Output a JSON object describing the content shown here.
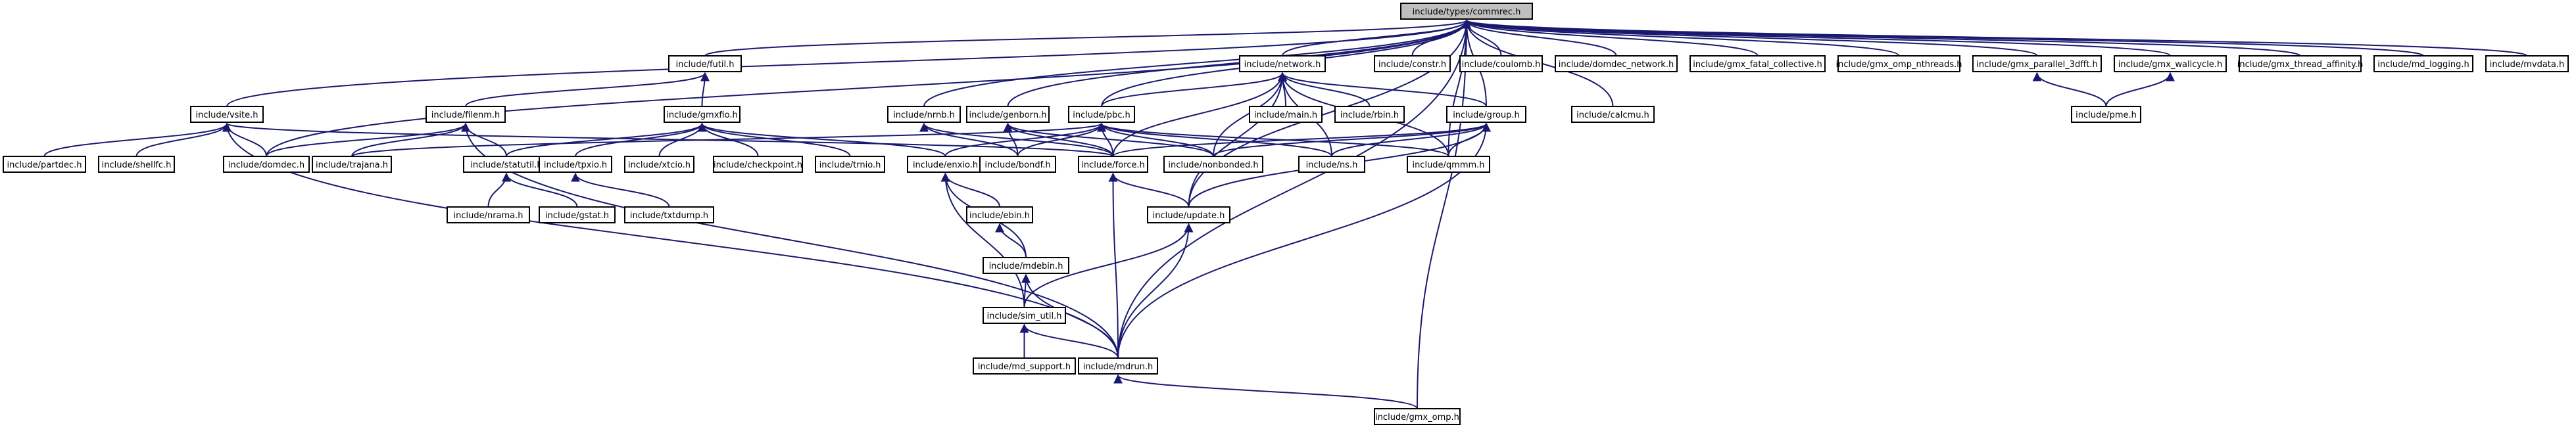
{
  "colors": {
    "edge": "#191970",
    "root_fill": "#bfbfbf",
    "node_fill": "#ffffff",
    "node_stroke": "#000000"
  },
  "nodes": {
    "commrec": "include/types/commrec.h",
    "futil": "include/futil.h",
    "network": "include/network.h",
    "constr": "include/constr.h",
    "coulomb": "include/coulomb.h",
    "domdec_network": "include/domdec_network.h",
    "gmx_fatal_collective": "include/gmx_fatal_collective.h",
    "gmx_omp_nthreads": "include/gmx_omp_nthreads.h",
    "gmx_parallel_3dfft": "include/gmx_parallel_3dfft.h",
    "gmx_wallcycle": "include/gmx_wallcycle.h",
    "gmx_thread_affinity": "include/gmx_thread_affinity.h",
    "md_logging": "include/md_logging.h",
    "mvdata": "include/mvdata.h",
    "vsite": "include/vsite.h",
    "filenm": "include/filenm.h",
    "gmxfio": "include/gmxfio.h",
    "nrnb": "include/nrnb.h",
    "genborn": "include/genborn.h",
    "pbc": "include/pbc.h",
    "main": "include/main.h",
    "rbin": "include/rbin.h",
    "group": "include/group.h",
    "calcmu": "include/calcmu.h",
    "pme": "include/pme.h",
    "partdec": "include/partdec.h",
    "shellfc": "include/shellfc.h",
    "domdec": "include/domdec.h",
    "trajana": "include/trajana.h",
    "statutil": "include/statutil.h",
    "tpxio": "include/tpxio.h",
    "xtcio": "include/xtcio.h",
    "checkpoint": "include/checkpoint.h",
    "trnio": "include/trnio.h",
    "enxio": "include/enxio.h",
    "bondf": "include/bondf.h",
    "force": "include/force.h",
    "nonbonded": "include/nonbonded.h",
    "ns": "include/ns.h",
    "qmmm": "include/qmmm.h",
    "nrama": "include/nrama.h",
    "gstat": "include/gstat.h",
    "txtdump": "include/txtdump.h",
    "ebin": "include/ebin.h",
    "update": "include/update.h",
    "mdebin": "include/mdebin.h",
    "sim_util": "include/sim_util.h",
    "md_support": "include/md_support.h",
    "mdrun": "include/mdrun.h",
    "gmx_omp": "include/gmx_omp.h"
  }
}
